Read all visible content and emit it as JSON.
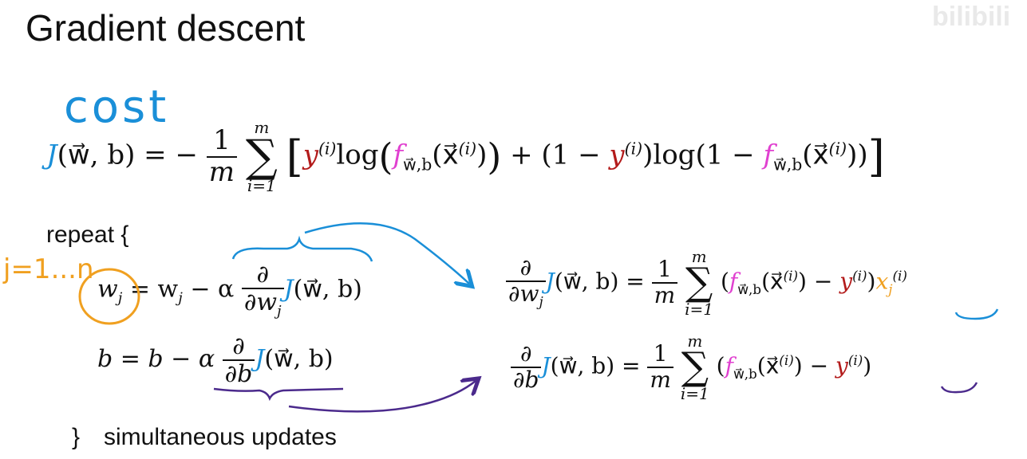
{
  "slide": {
    "title": "Gradient descent",
    "watermark": "bilibili",
    "handwritten": {
      "cost": "cost",
      "index_range": "j=1...n"
    }
  },
  "formulas": {
    "cost": {
      "lhs_symbol": "J",
      "lhs_args": "(w⃗, b)",
      "equals": "= −",
      "frac_num": "1",
      "frac_den": "m",
      "sum_top": "m",
      "sum_bot": "i=1",
      "bracket_open": "[",
      "y1": "y",
      "sup_i": "(i)",
      "log1": "log",
      "paren_open": "(",
      "f1": "f",
      "f_sub": "w⃗,b",
      "x_arg": "(x⃗",
      "x_sup": "(i)",
      "x_close": ")",
      "paren_close": ")",
      "plus": "+ (1 −",
      "y2": "y",
      "sup_i2": "(i)",
      "log2": ")log",
      "paren_open2": "(1 −",
      "f2": "f",
      "f_sub2": "w⃗,b",
      "x_arg2": "(x⃗",
      "x_sup2": "(i)",
      "x_close2": "))",
      "bracket_close": "]"
    },
    "repeat_label": "repeat {",
    "update_w": {
      "lhs": "w",
      "lhs_sub": "j",
      "rhs": "= w",
      "rhs_sub": "j",
      "minus": "− α",
      "frac_num": "∂",
      "frac_den": "∂w",
      "frac_den_sub": "j",
      "J": "J",
      "args": "(w⃗, b)"
    },
    "update_b": {
      "text": "b = b − α",
      "frac_num": "∂",
      "frac_den": "∂b",
      "J": "J",
      "args": "(w⃗, b)"
    },
    "close_label": "}",
    "close_text": "simultaneous updates",
    "deriv_w": {
      "frac_num": "∂",
      "frac_den": "∂w",
      "frac_den_sub": "j",
      "J": "J",
      "args": "(w⃗, b)",
      "equals": "=",
      "one": "1",
      "m": "m",
      "sum_top": "m",
      "sum_bot": "i=1",
      "open": "(",
      "f": "f",
      "f_sub": "w⃗,b",
      "x_arg": "(x⃗",
      "x_sup": "(i)",
      "x_close": ")",
      "minus": "−",
      "y": "y",
      "y_sup": "(i)",
      "close": ")",
      "x": "x",
      "x_sub": "j",
      "x_sup2": "(i)"
    },
    "deriv_b": {
      "frac_num": "∂",
      "frac_den": "∂b",
      "J": "J",
      "args": "(w⃗, b)",
      "equals": "=",
      "one": "1",
      "m": "m",
      "sum_top": "m",
      "sum_bot": "i=1",
      "open": "(",
      "f": "f",
      "f_sub": "w⃗,b",
      "x_arg": "(x⃗",
      "x_sup": "(i)",
      "x_close": ")",
      "minus": "−",
      "y": "y",
      "y_sup": "(i)",
      "close": ")"
    }
  },
  "colors": {
    "blue": "#1a8fd8",
    "purple": "#4b2a8c",
    "orange": "#f0a020"
  }
}
